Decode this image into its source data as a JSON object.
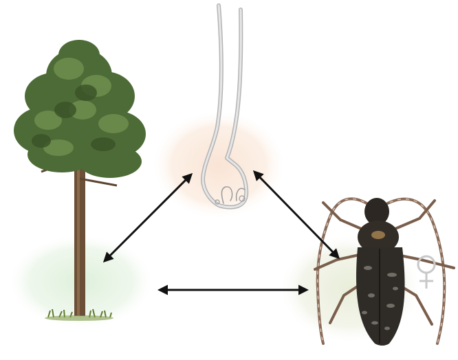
{
  "diagram": {
    "nodes": [
      {
        "id": "tree",
        "icon": "pine-tree-icon",
        "halo_color": "#dcefd9"
      },
      {
        "id": "nematode",
        "icon": "nematode-icon",
        "halo_color": "#f9e2d2"
      },
      {
        "id": "beetle",
        "icon": "longhorn-beetle-icon",
        "halo_color": "#e7ecd6",
        "sex_symbol": "female"
      }
    ],
    "edges": [
      {
        "from": "tree",
        "to": "nematode",
        "direction": "both"
      },
      {
        "from": "nematode",
        "to": "beetle",
        "direction": "both"
      },
      {
        "from": "tree",
        "to": "beetle",
        "direction": "both"
      }
    ],
    "colors": {
      "arrow": "#111111",
      "foliage": "#4d6b36",
      "trunk": "#6b4f36",
      "nematode": "#c8c8c8",
      "beetle_body": "#2f2b26",
      "beetle_legs": "#7a5e4c"
    }
  }
}
